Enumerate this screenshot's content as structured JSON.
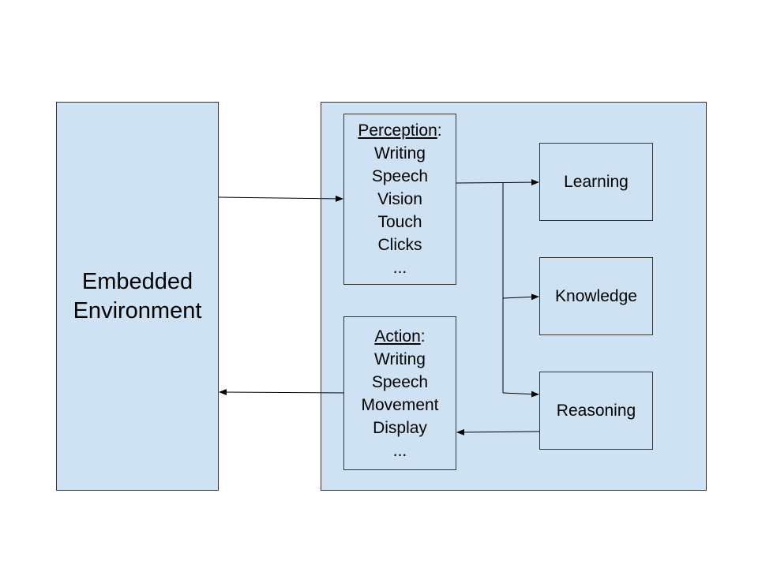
{
  "environment": {
    "label_line1": "Embedded",
    "label_line2": "Environment"
  },
  "perception": {
    "heading": "Perception",
    "heading_suffix": ":",
    "items": [
      "Writing",
      "Speech",
      "Vision",
      "Touch",
      "Clicks",
      "..."
    ]
  },
  "action": {
    "heading": "Action",
    "heading_suffix": ":",
    "items": [
      "Writing",
      "Speech",
      "Movement",
      "Display",
      "..."
    ]
  },
  "modules": {
    "learning": "Learning",
    "knowledge": "Knowledge",
    "reasoning": "Reasoning"
  },
  "colors": {
    "box_fill": "#cfe2f3",
    "box_border": "#333333",
    "arrow": "#000000"
  }
}
